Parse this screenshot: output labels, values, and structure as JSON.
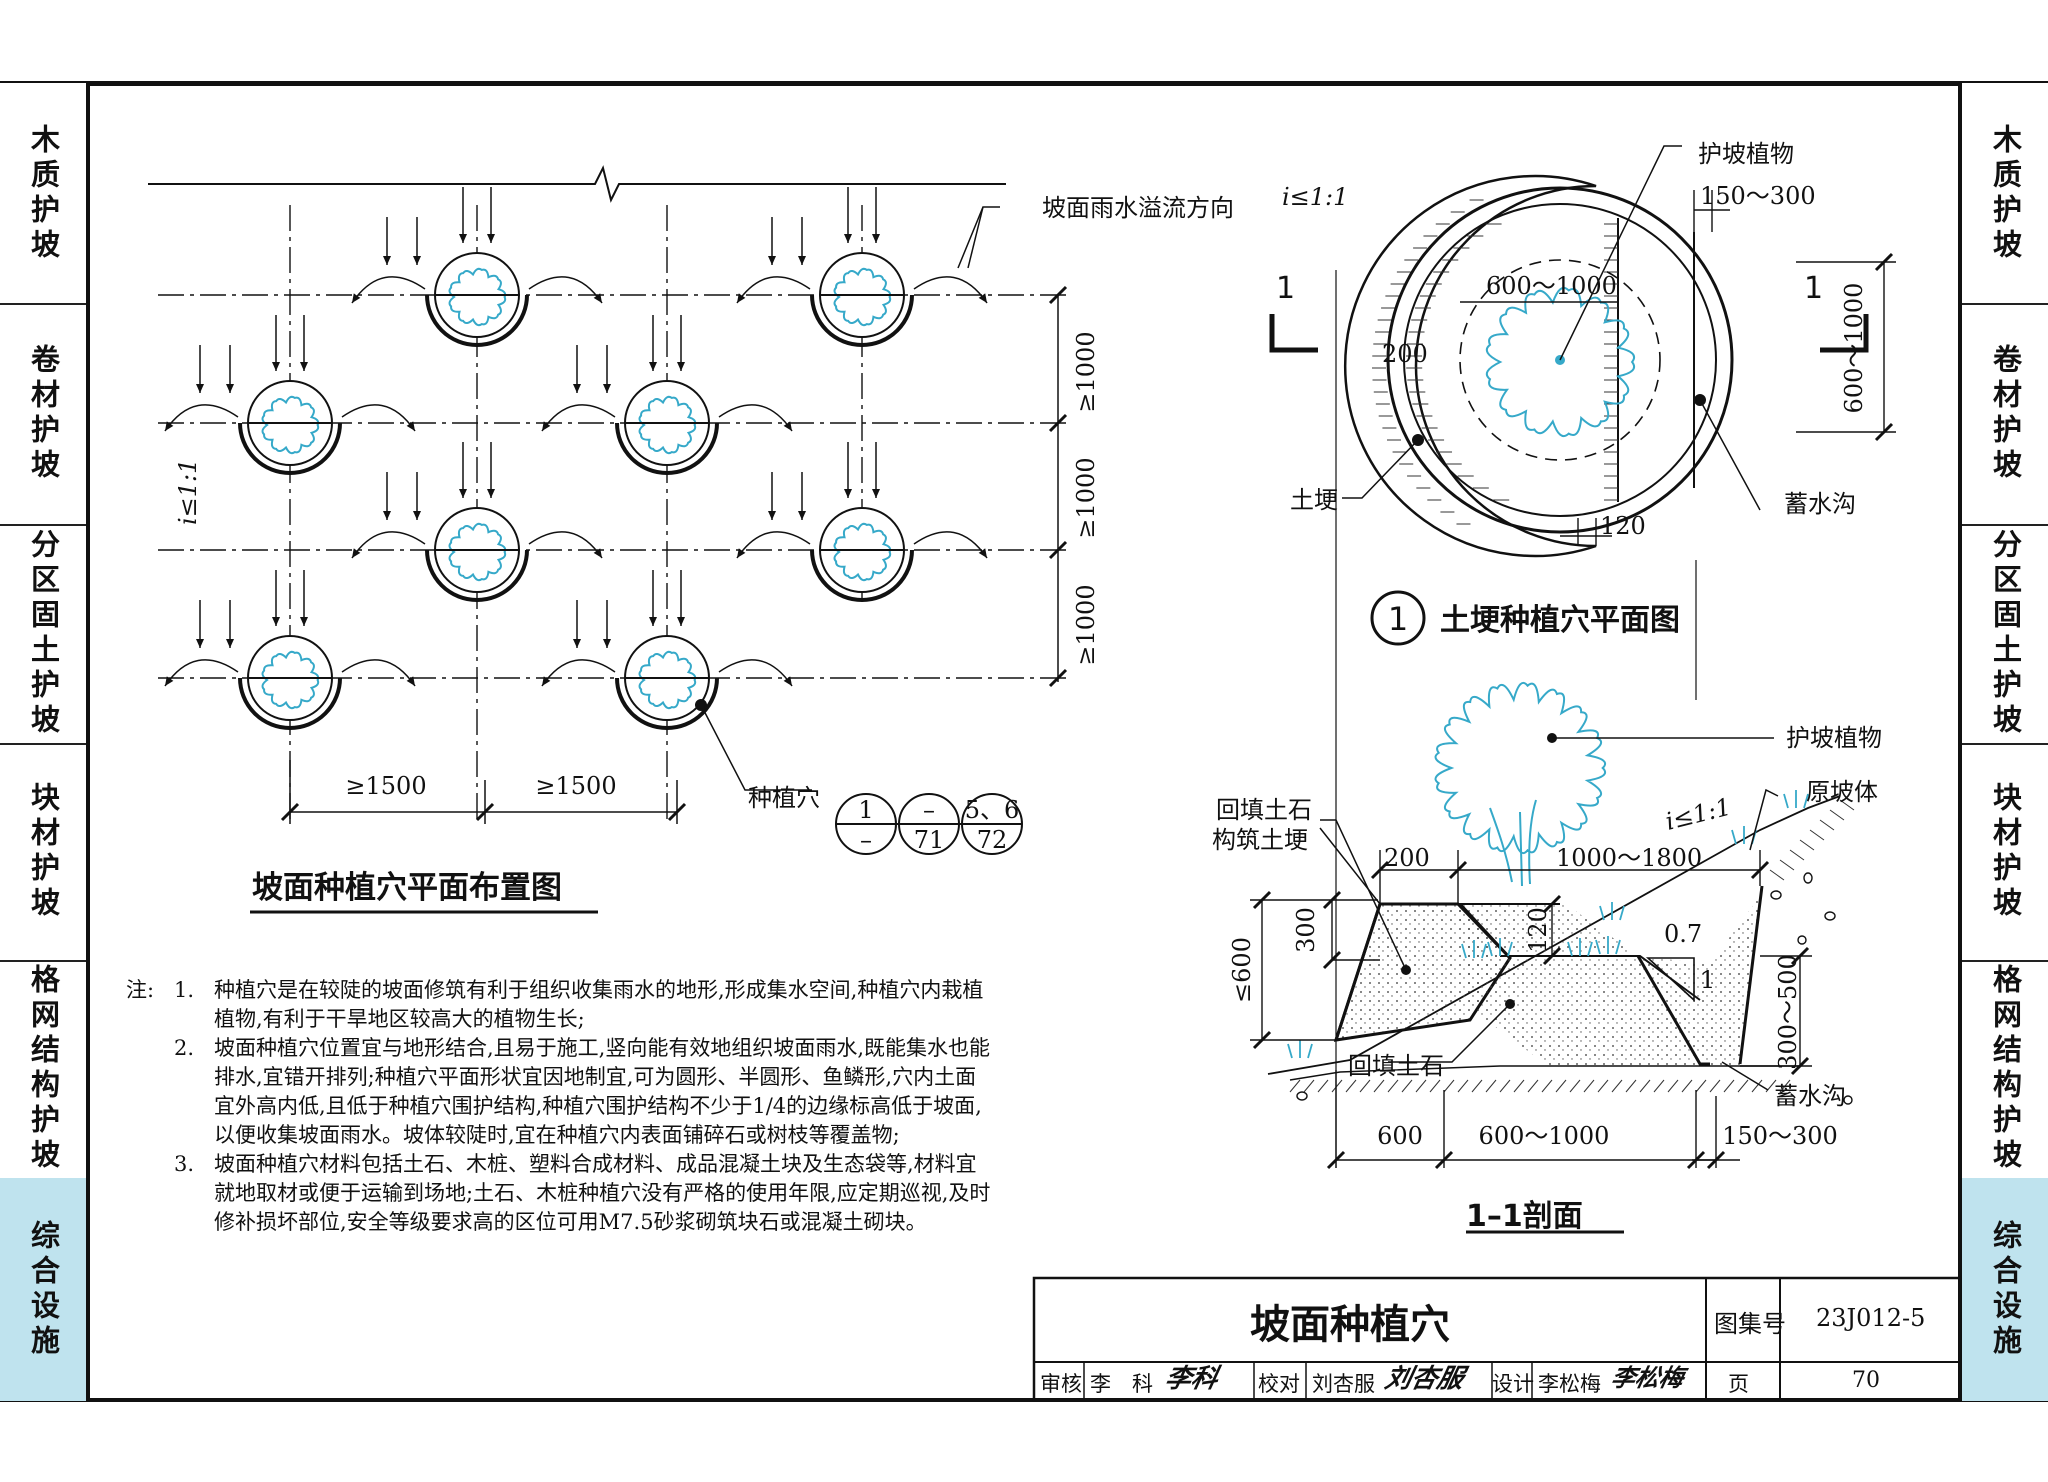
{
  "side_tabs": {
    "left": [
      {
        "label": "木质护坡",
        "active": false
      },
      {
        "label": "卷材护坡",
        "active": false
      },
      {
        "label": "分区固土护坡",
        "active": false
      },
      {
        "label": "块材护坡",
        "active": false
      },
      {
        "label": "格网结构护坡",
        "active": false
      },
      {
        "label": "综合设施",
        "active": true
      }
    ],
    "right": [
      {
        "label": "木质护坡",
        "active": false
      },
      {
        "label": "卷材护坡",
        "active": false
      },
      {
        "label": "分区固土护坡",
        "active": false
      },
      {
        "label": "块材护坡",
        "active": false
      },
      {
        "label": "格网结构护坡",
        "active": false
      },
      {
        "label": "综合设施",
        "active": true
      }
    ],
    "highlight_color": "#bfe3ee"
  },
  "layout_plan": {
    "title": "坡面种植穴平面布置图",
    "flow_label": "坡面雨水溢流方向",
    "slope_label": "i≤1:1",
    "dim_vertical": [
      "≥1000",
      "≥1000",
      "≥1000"
    ],
    "dim_horizontal": [
      "≥1500",
      "≥1500"
    ],
    "pit_label": "种植穴",
    "ref_top": [
      "1",
      "–",
      "5、6"
    ],
    "ref_bottom": [
      "–",
      "71",
      "72"
    ]
  },
  "detail_plan": {
    "number": "1",
    "title": "土埂种植穴平面图",
    "slope_label": "i≤1:1",
    "plant_label": "护坡植物",
    "dim_top": "150～300",
    "dim_diameter": "600～1000",
    "dim_right": "600～1000",
    "dim_ridge": "200",
    "dim_bottom": "120",
    "ridge_label": "土埂",
    "ditch_label": "蓄水沟",
    "section_mark": "1"
  },
  "section": {
    "title": "1–1剖面",
    "plant_label": "护坡植物",
    "slope_label": "i≤1:1",
    "original_slope_label": "原坡体",
    "backfill_ridge_label": [
      "回填土石",
      "构筑土埂"
    ],
    "backfill_label": "回填土石",
    "ditch_label": "蓄水沟",
    "dim_200": "200",
    "dim_top": "1000～1800",
    "dim_300": "300",
    "dim_120": "120",
    "dim_left": "≤600",
    "dim_right": "300～500",
    "dim_bottom": [
      "600",
      "600～1000",
      "150～300"
    ],
    "gradient_run": "0.7",
    "gradient_rise": "1"
  },
  "notes": {
    "lead": "注:",
    "items": [
      {
        "num": "1.",
        "text": "种植穴是在较陡的坡面修筑有利于组织收集雨水的地形,形成集水空间,种植穴内栽植植物,有利于干旱地区较高大的植物生长;"
      },
      {
        "num": "2.",
        "text": "坡面种植穴位置宜与地形结合,且易于施工,竖向能有效地组织坡面雨水,既能集水也能排水,宜错开排列;种植穴平面形状宜因地制宜,可为圆形、半圆形、鱼鳞形,穴内土面宜外高内低,且低于种植穴围护结构,种植穴围护结构不少于1/4的边缘标高低于坡面,以便收集坡面雨水。坡体较陡时,宜在种植穴内表面铺碎石或树枝等覆盖物;"
      },
      {
        "num": "3.",
        "text": "坡面种植穴材料包括土石、木桩、塑料合成材料、成品混凝土块及生态袋等,材料宜就地取材或便于运输到场地;土石、木桩种植穴没有严格的使用年限,应定期巡视,及时修补损坏部位,安全等级要求高的区位可用M7.5砂浆砌筑块石或混凝土砌块。"
      }
    ]
  },
  "title_block": {
    "drawing_title": "坡面种植穴",
    "atlas_label": "图集号",
    "atlas_number": "23J012-5",
    "review_label": "审核",
    "reviewer": "李　科",
    "reviewer_sig": "李科",
    "check_label": "校对",
    "checker": "刘杏服",
    "checker_sig": "刘杏服",
    "design_label": "设计",
    "designer": "李松梅",
    "designer_sig": "李松梅",
    "page_label": "页",
    "page_number": "70"
  },
  "colors": {
    "ink": "#111111",
    "plant": "#36a9c9"
  }
}
